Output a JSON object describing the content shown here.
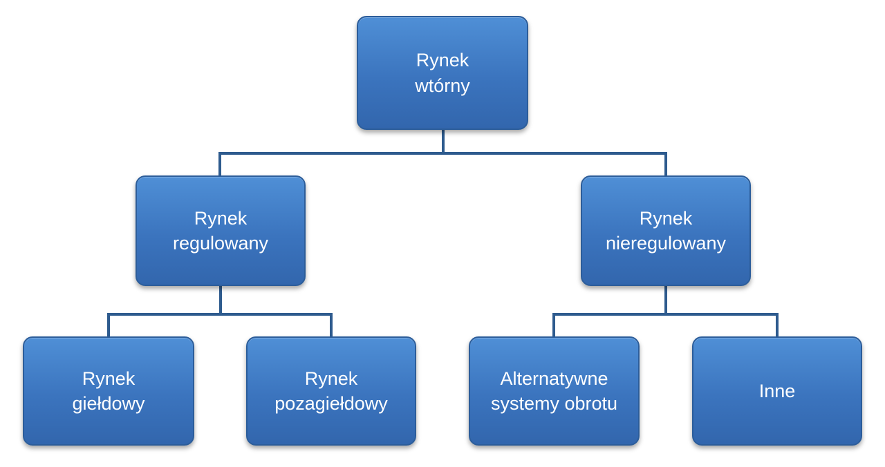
{
  "diagram": {
    "type": "hierarchy",
    "colors": {
      "background": "#ffffff",
      "box_fill_top": "#4f8fd6",
      "box_fill_mid": "#3b74be",
      "box_fill_bottom": "#3266ad",
      "box_border": "#2c5d9a",
      "connector": "#2e5b8e",
      "text": "#ffffff"
    },
    "tree": {
      "label": "Rynek\nwtórny",
      "children": [
        {
          "label": "Rynek\nregulowany",
          "children": [
            {
              "label": "Rynek\ngiełdowy"
            },
            {
              "label": "Rynek\npozagiełdowy"
            }
          ]
        },
        {
          "label": "Rynek\nnieregulowany",
          "children": [
            {
              "label": "Alternatywne\nsystemy obrotu"
            },
            {
              "label": "Inne"
            }
          ]
        }
      ]
    }
  }
}
